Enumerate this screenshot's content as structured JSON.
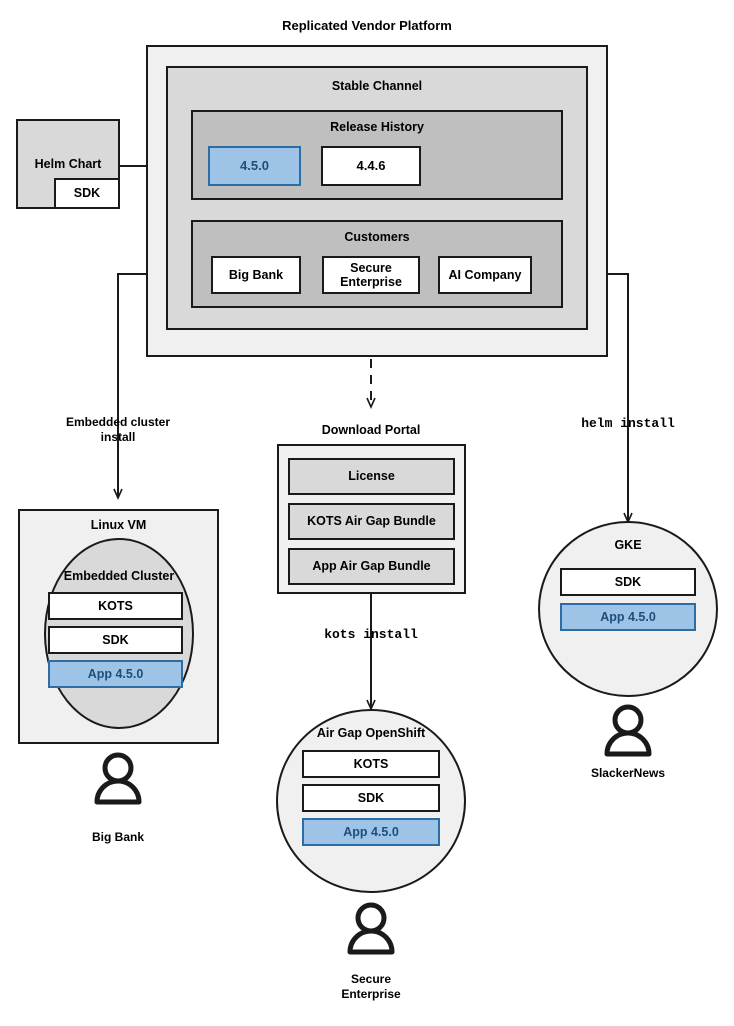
{
  "diagram": {
    "title": "Replicated Vendor Platform",
    "platform": {
      "channel_title": "Stable Channel",
      "release_history": {
        "title": "Release History",
        "releases": [
          {
            "version": "4.5.0",
            "highlighted": true
          },
          {
            "version": "4.4.6",
            "highlighted": false
          }
        ]
      },
      "customers": {
        "title": "Customers",
        "items": [
          {
            "name": "Big Bank"
          },
          {
            "name": "Secure\nEnterprise"
          },
          {
            "name": "AI Company"
          }
        ]
      }
    },
    "source": {
      "label": "Helm Chart",
      "sub_label": "SDK"
    },
    "install_paths": [
      {
        "label": "Embedded cluster\ninstall",
        "style": "sans"
      },
      {
        "label": "kots install",
        "style": "mono"
      },
      {
        "label": "helm install",
        "style": "mono"
      }
    ],
    "download_portal": {
      "title": "Download Portal",
      "artifacts": [
        "License",
        "KOTS Air Gap Bundle",
        "App Air Gap Bundle"
      ]
    },
    "targets": [
      {
        "id": "linux-vm",
        "outer_label": "Linux VM",
        "inner_label": "Embedded Cluster",
        "components": [
          {
            "label": "KOTS",
            "highlighted": false
          },
          {
            "label": "SDK",
            "highlighted": false
          },
          {
            "label": "App 4.5.0",
            "highlighted": true
          }
        ],
        "actor": "Big Bank"
      },
      {
        "id": "air-gap-openshift",
        "outer_label": "",
        "inner_label": "Air Gap OpenShift",
        "components": [
          {
            "label": "KOTS",
            "highlighted": false
          },
          {
            "label": "SDK",
            "highlighted": false
          },
          {
            "label": "App 4.5.0",
            "highlighted": true
          }
        ],
        "actor": "Secure\nEnterprise"
      },
      {
        "id": "gke",
        "outer_label": "",
        "inner_label": "GKE",
        "components": [
          {
            "label": "SDK",
            "highlighted": false
          },
          {
            "label": "App 4.5.0",
            "highlighted": true
          }
        ],
        "actor": "SlackerNews"
      }
    ],
    "colors": {
      "outline": "#1a1a1a",
      "level1_fill": "#f0f0f0",
      "level2_fill": "#d9d9d9",
      "level3_fill": "#bfbfbf",
      "white_fill": "#ffffff",
      "highlight_fill": "#9dc3e6",
      "highlight_stroke": "#2e6da4",
      "highlight_text": "#1f4e79"
    }
  }
}
